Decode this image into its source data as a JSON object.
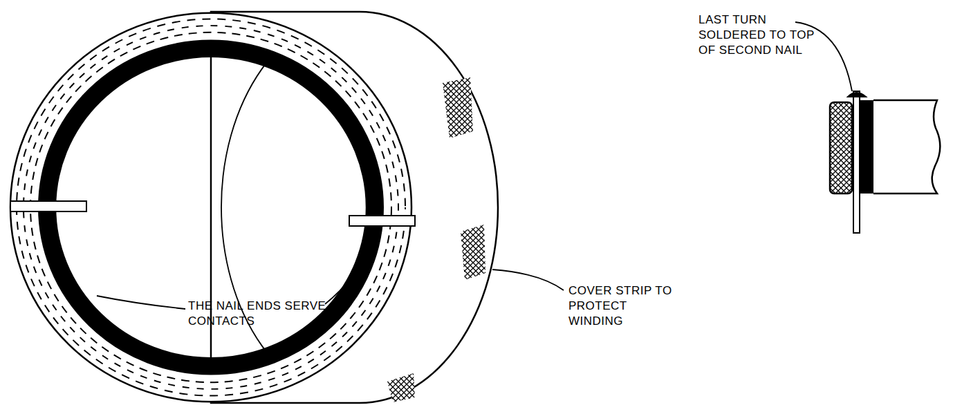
{
  "diagram": {
    "labels": [
      "THE NAIL ENDS SERVE AS CONTACTS",
      "COVER STRIP TO PROTECT WINDING",
      "LAST TURN SOLDERED TO TOP OF SECOND NAIL"
    ]
  }
}
